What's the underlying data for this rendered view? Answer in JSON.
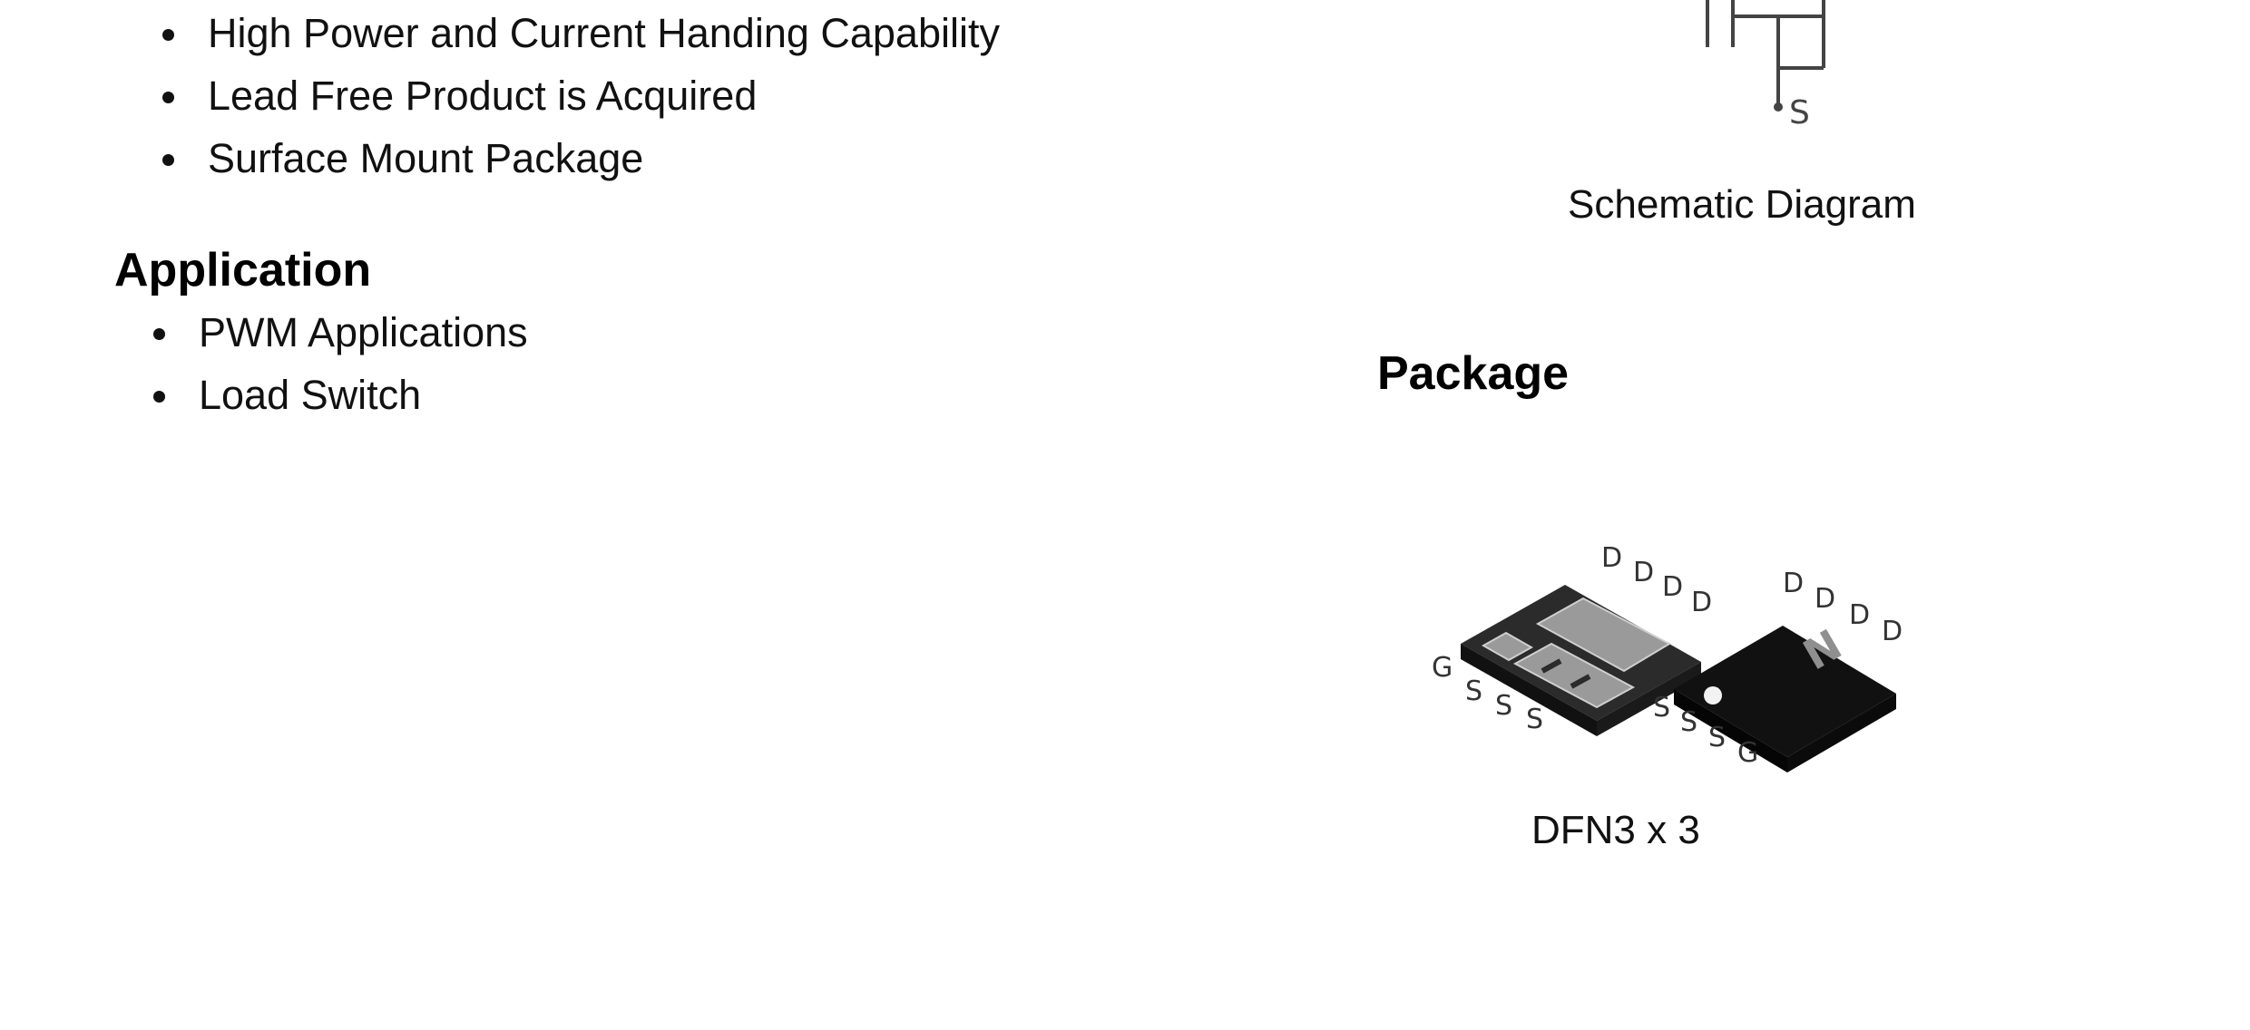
{
  "features": {
    "items": [
      "High Power and Current Handing Capability",
      "Lead Free Product is Acquired",
      "Surface Mount Package"
    ]
  },
  "application": {
    "heading": "Application",
    "items": [
      "PWM Applications",
      "Load Switch"
    ]
  },
  "schematic": {
    "source_pin_label": "S",
    "caption": "Schematic Diagram"
  },
  "package": {
    "heading": "Package",
    "caption": "DFN3 x 3",
    "bottom_view_pins": {
      "drain": [
        "D",
        "D",
        "D",
        "D"
      ],
      "gate": "G",
      "source": [
        "S",
        "S",
        "S"
      ]
    },
    "top_view_pins": {
      "drain": [
        "D",
        "D",
        "D",
        "D"
      ],
      "source": [
        "S",
        "S",
        "S"
      ],
      "gate": "G"
    },
    "top_marking": "N"
  }
}
